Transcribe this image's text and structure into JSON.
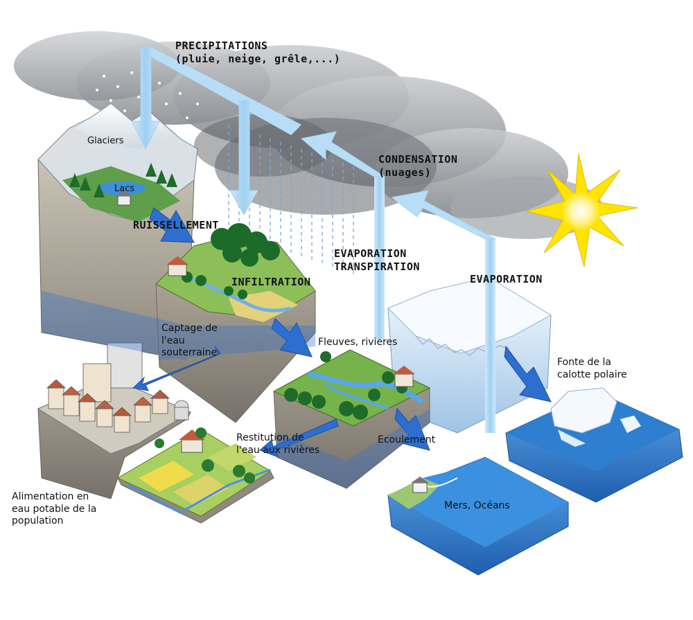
{
  "diagram": {
    "labels": {
      "precipitations": "PRECIPITATIONS\n(pluie, neige, grêle,...)",
      "glaciers": "Glaciers",
      "lacs": "Lacs",
      "ruissellement": "RUISSELLEMENT",
      "infiltration": "INFILTRATION",
      "condensation": "CONDENSATION\n(nuages)",
      "evaporation_transpiration": "EVAPORATION\nTRANSPIRATION",
      "evaporation": "EVAPORATION",
      "captage": "Captage de\nl'eau\nsouterraine",
      "fleuves": "Fleuves, rivieres",
      "fonte": "Fonte de la\ncalotte polaire",
      "restitution": "Restitution de\nl'eau aux rivières",
      "ecoulement": "Ecoulement",
      "alimentation": "Alimentation en\neau potable de la\npopulation",
      "mers": "Mers, Océans"
    },
    "colors": {
      "arrow_light": "#b8dcf4",
      "arrow_dark": "#2d6fd0",
      "cloud": "#8a8d92",
      "sun": "#ffe400",
      "ocean": "#2f7fcf",
      "ice": "#e9f3fb",
      "grass": "#7bb04a",
      "forest": "#1f7a2e",
      "rock": "#b9b3a6"
    },
    "icons": [
      "sun-icon",
      "cloud-icon",
      "house-icon",
      "tree-icon",
      "iceberg-icon"
    ]
  }
}
